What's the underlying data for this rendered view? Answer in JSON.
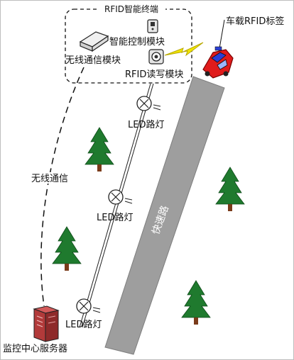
{
  "labels": {
    "rfid_terminal": "RFID智能终端",
    "smart_control": "智能控制模块",
    "wireless_module": "无线通信模块",
    "rfid_reader": "RFID读写模块",
    "vehicle_tag": "车载RFID标签",
    "wireless_comm": "无线通信",
    "led1": "LED路灯",
    "led2": "LED路灯",
    "led3": "LED路灯",
    "road": "快速路",
    "monitor_server": "监控中心服务器"
  },
  "colors": {
    "road": "#9e9e9e",
    "tree": "#1f7a2e",
    "trunk": "#7a3b1a",
    "car": "#e01b1b",
    "lightning": "#f2e600",
    "server": "#b23a3a"
  }
}
